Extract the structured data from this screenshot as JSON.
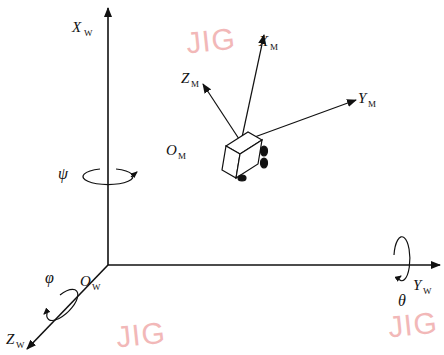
{
  "diagram": {
    "labels": [
      "X",
      "W",
      "ψ",
      "X",
      "M",
      "Z",
      "M",
      "Y",
      "M",
      "O",
      "M",
      "φ",
      "O",
      "W",
      "Y",
      "W",
      "θ",
      "Z",
      "W",
      "JIG",
      "JIG",
      "JIG"
    ]
  }
}
